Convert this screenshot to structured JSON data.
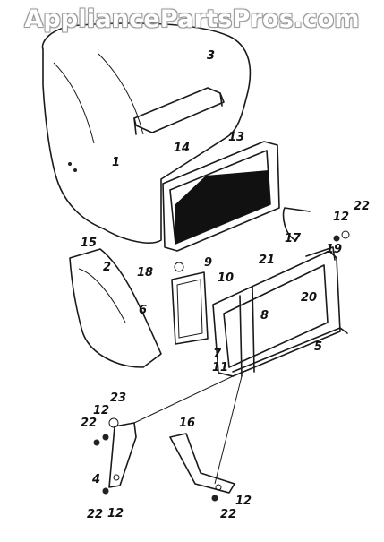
{
  "watermark": "AppliancePartsPros.com",
  "diagram": {
    "callouts": [
      {
        "id": "3",
        "text": "3"
      },
      {
        "id": "13",
        "text": "13"
      },
      {
        "id": "14",
        "text": "14"
      },
      {
        "id": "1",
        "text": "1"
      },
      {
        "id": "12a",
        "text": "12"
      },
      {
        "id": "22a",
        "text": "22"
      },
      {
        "id": "17",
        "text": "17"
      },
      {
        "id": "19",
        "text": "19"
      },
      {
        "id": "15",
        "text": "15"
      },
      {
        "id": "2",
        "text": "2"
      },
      {
        "id": "18",
        "text": "18"
      },
      {
        "id": "9",
        "text": "9"
      },
      {
        "id": "21",
        "text": "21"
      },
      {
        "id": "10",
        "text": "10"
      },
      {
        "id": "20",
        "text": "20"
      },
      {
        "id": "6",
        "text": "6"
      },
      {
        "id": "8",
        "text": "8"
      },
      {
        "id": "7",
        "text": "7"
      },
      {
        "id": "5",
        "text": "5"
      },
      {
        "id": "11",
        "text": "11"
      },
      {
        "id": "23",
        "text": "23"
      },
      {
        "id": "12b",
        "text": "12"
      },
      {
        "id": "22b",
        "text": "22"
      },
      {
        "id": "16",
        "text": "16"
      },
      {
        "id": "4",
        "text": "4"
      },
      {
        "id": "12c",
        "text": "12"
      },
      {
        "id": "22c",
        "text": "22"
      },
      {
        "id": "22d",
        "text": "22"
      },
      {
        "id": "12d",
        "text": "12"
      }
    ]
  }
}
